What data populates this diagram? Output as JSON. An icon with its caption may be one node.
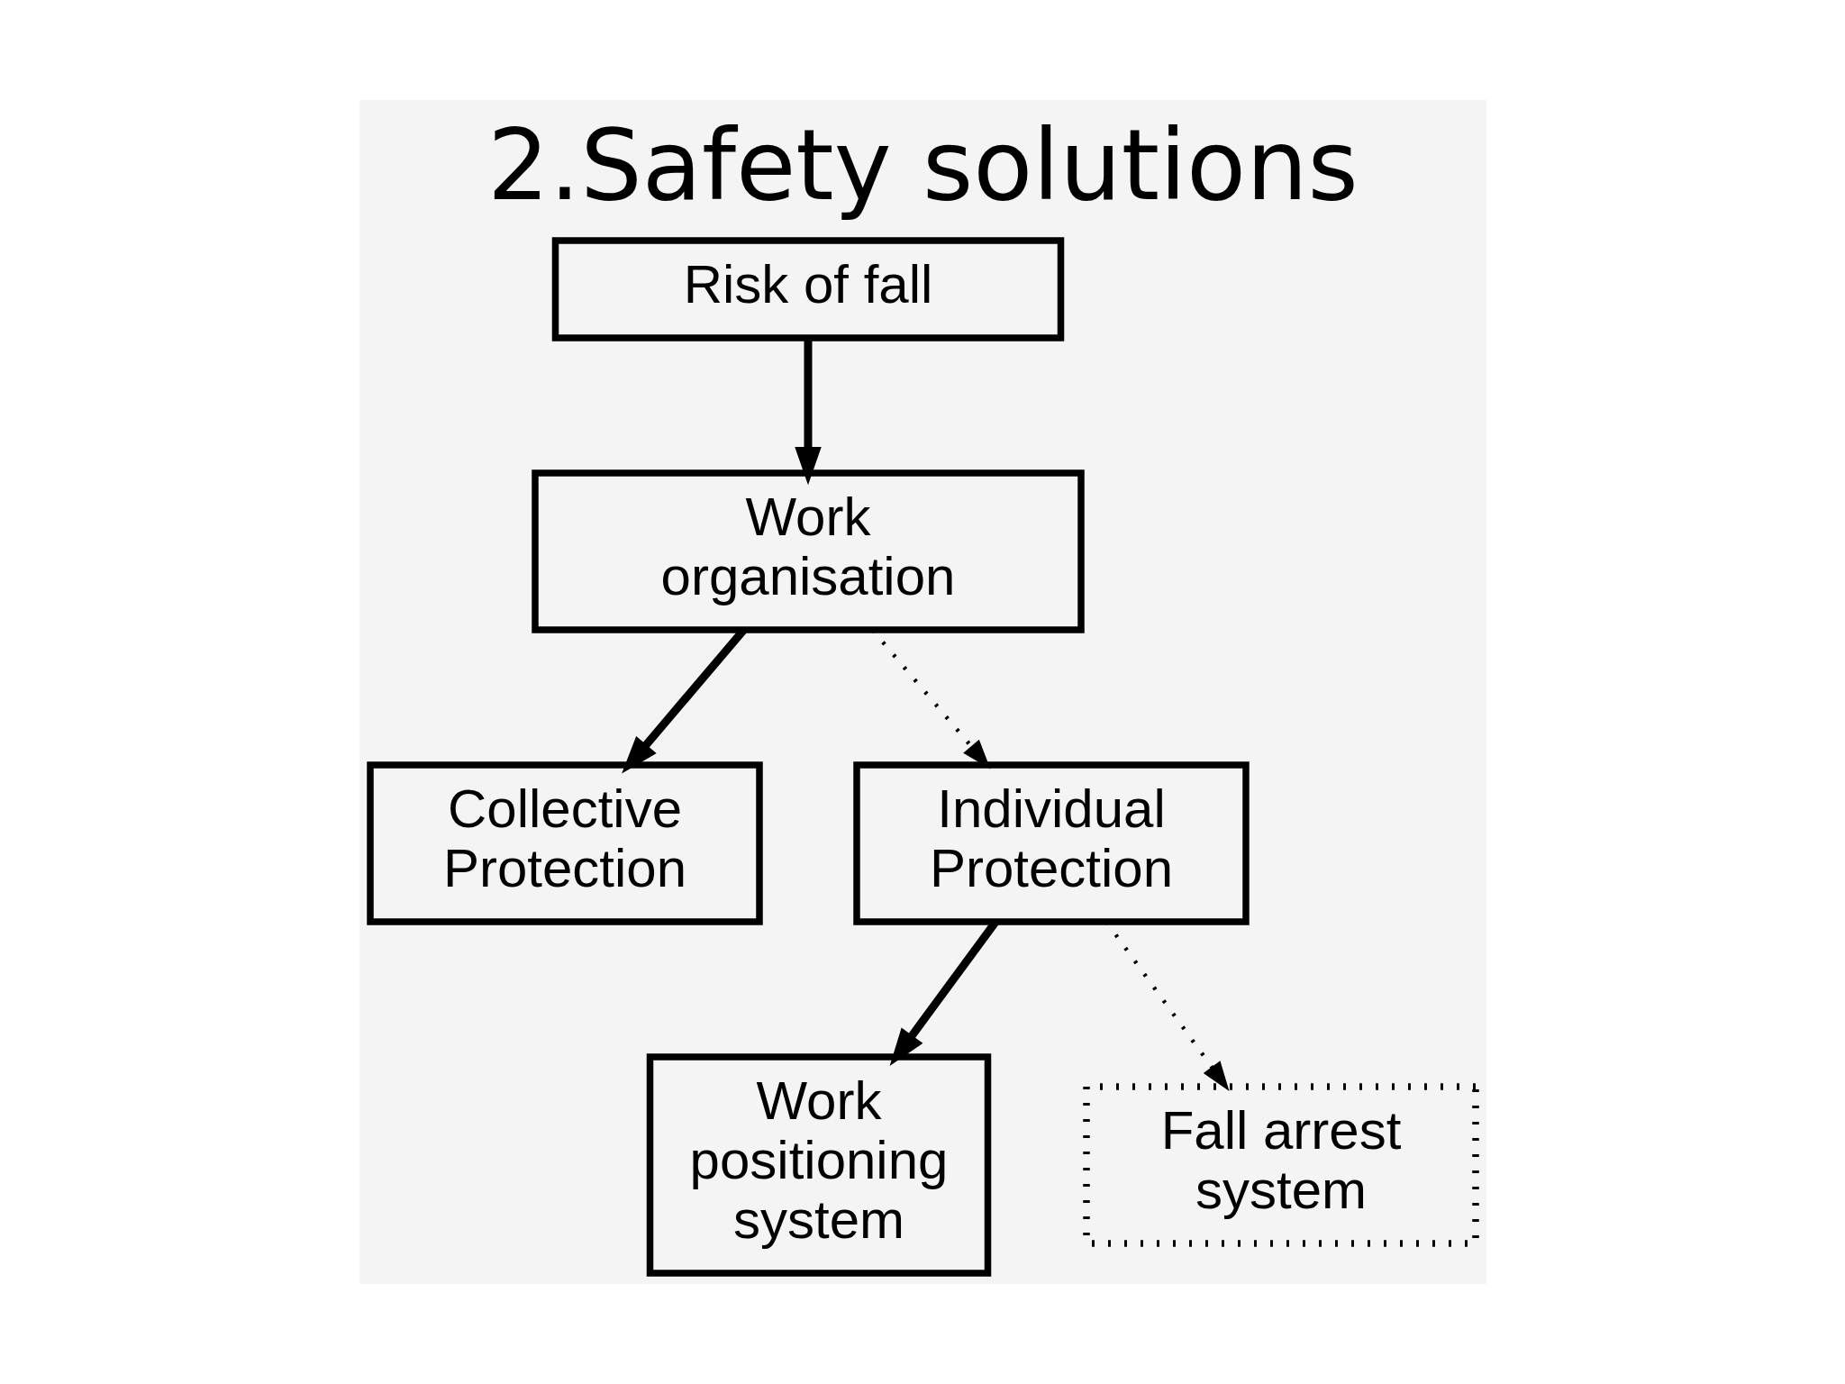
{
  "diagram": {
    "title": "2.Safety solutions",
    "nodes": [
      {
        "text": [
          "Risk of fall"
        ]
      },
      {
        "text": [
          "Work organisation"
        ]
      },
      {
        "text": [
          "Collective Protection"
        ]
      },
      {
        "text": [
          "Individual Protection"
        ]
      },
      {
        "text": [
          "Work positioning system"
        ]
      },
      {
        "text": [
          "Fall arrest system"
        ]
      }
    ],
    "edges": [
      {
        "from": 0,
        "to": 1,
        "arrow": "to"
      },
      {
        "from": 1,
        "to": 2,
        "arrow": "to"
      },
      {
        "from": 1,
        "to": 3,
        "arrow": "to",
        "style": "dashed"
      },
      {
        "from": 3,
        "to": 4,
        "arrow": "to"
      },
      {
        "from": 3,
        "to": 5,
        "arrow": "to",
        "style": "dashed"
      }
    ]
  }
}
